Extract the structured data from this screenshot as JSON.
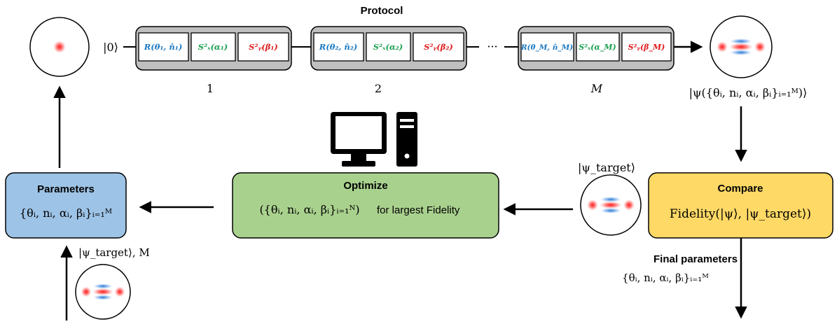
{
  "protocol": {
    "title": "Protocol",
    "start_state": "|0⟩",
    "ellipsis": "···",
    "blocks": [
      {
        "label": "1",
        "gates": [
          "R(θ₁, n̂₁)",
          "S²ₓ(α₁)",
          "S²ᵧ(β₁)"
        ]
      },
      {
        "label": "2",
        "gates": [
          "R(θ₂, n̂₂)",
          "S²ₓ(α₂)",
          "S²ᵧ(β₂)"
        ]
      },
      {
        "label": "M",
        "gates": [
          "R(θ_M, n̂_M)",
          "S²ₓ(α_M)",
          "S²ᵧ(β_M)"
        ]
      }
    ],
    "output_state": "|ψ({θᵢ, nᵢ, αᵢ, βᵢ}ᵢ₌₁ᴹ)⟩"
  },
  "parameters": {
    "title": "Parameters",
    "formula": "{θᵢ, nᵢ, αᵢ, βᵢ}ᵢ₌₁ᴹ",
    "input_label": "|ψ_target⟩, M"
  },
  "optimize": {
    "title": "Optimize",
    "formula": "({θᵢ, nᵢ, αᵢ, βᵢ}ᵢ₌₁ᴺ)",
    "suffix": "for largest Fidelity"
  },
  "compare": {
    "title": "Compare",
    "formula": "Fidelity(|ψ⟩, |ψ_target⟩)",
    "target_label": "|ψ_target⟩"
  },
  "final": {
    "title": "Final parameters",
    "formula": "{θᵢ, nᵢ, αᵢ, βᵢ}ᵢ₌₁ᴹ"
  },
  "colors": {
    "rotation": "#1a78c2",
    "squeeze_x": "#1aa050",
    "squeeze_y": "#e01b1b",
    "params_box": "#9dc3e6",
    "optimize_box": "#a9d18e",
    "compare_box": "#ffd966",
    "block_fill": "#bfbfbf"
  },
  "icons": [
    "computer-icon"
  ]
}
